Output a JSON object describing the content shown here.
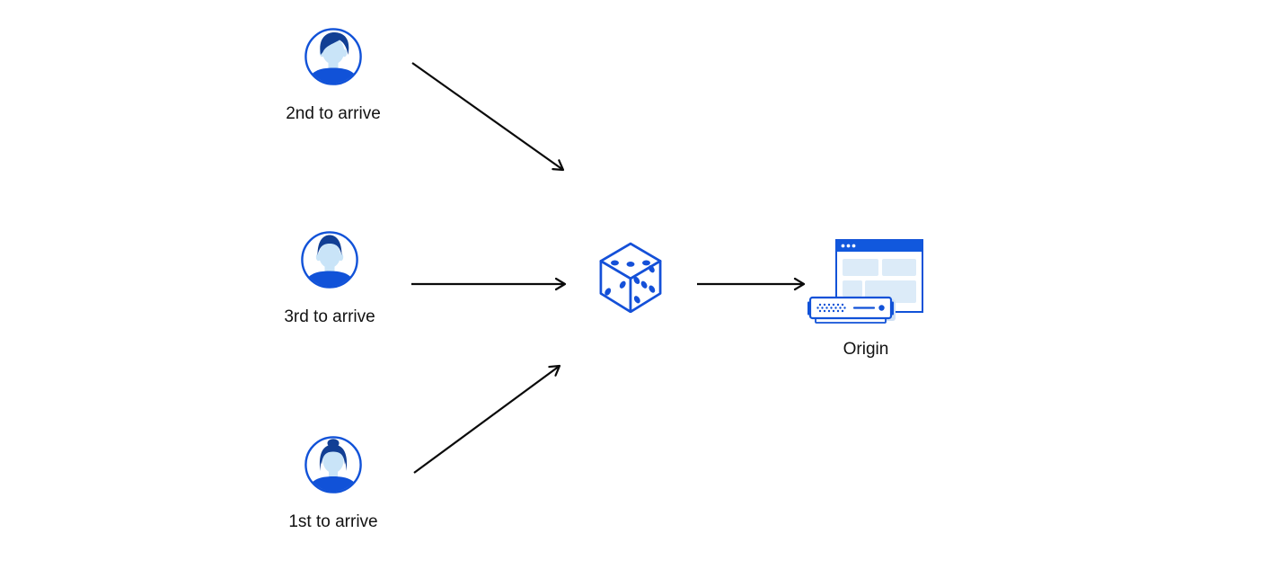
{
  "nodes": {
    "visitor_second": {
      "label": "2nd to arrive",
      "icon": "avatar-man-swept-hair"
    },
    "visitor_third": {
      "label": "3rd to arrive",
      "icon": "avatar-man-short-hair"
    },
    "visitor_first": {
      "label": "1st to arrive",
      "icon": "avatar-woman-bun"
    },
    "selector": {
      "icon": "dice"
    },
    "origin": {
      "label": "Origin",
      "icon": "origin-server-browser"
    }
  },
  "edges": [
    {
      "from": "visitor_second",
      "to": "selector"
    },
    {
      "from": "visitor_third",
      "to": "selector"
    },
    {
      "from": "visitor_first",
      "to": "selector"
    },
    {
      "from": "selector",
      "to": "origin"
    }
  ],
  "colors": {
    "brand_blue": "#1152d8",
    "title_bar_blue": "#1158dd",
    "hair_navy": "#123f94",
    "skin_light_blue": "#c9e4f8",
    "panel_light_blue": "#dcebf8",
    "shadow_light_blue": "#cfe0f4",
    "arrow_black": "#0a0a0a",
    "background": "#ffffff"
  }
}
